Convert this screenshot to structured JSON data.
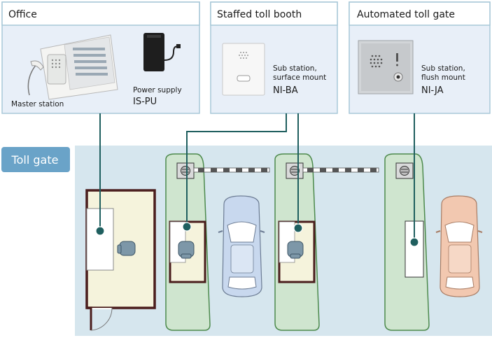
{
  "panels": {
    "office": {
      "title": "Office",
      "master_label": "Master station",
      "power_label": "Power supply",
      "power_model": "IS-PU"
    },
    "staffed": {
      "title": "Staffed toll booth",
      "device_line1": "Sub station,",
      "device_line2": "surface mount",
      "model": "NI-BA"
    },
    "automated": {
      "title": "Automated toll gate",
      "device_line1": "Sub station,",
      "device_line2": "flush mount",
      "model": "NI-JA"
    }
  },
  "area": {
    "label": "Toll gate"
  },
  "colors": {
    "panel_border": "#a8c8d8",
    "panel_fill": "#e8eff8",
    "header_fill": "#ffffff",
    "tollgate_bg": "#d6e6ee",
    "tollgate_label": "#6aa3c8",
    "island_fill": "#cfe5cf",
    "island_stroke": "#4d8a4d",
    "wire": "#1f5f5f",
    "car_blue": "#c8d8ee",
    "car_peach": "#f2c8b0"
  },
  "icons": [
    "master-station-icon",
    "power-supply-icon",
    "sub-station-surface-icon",
    "sub-station-flush-icon",
    "car-icon",
    "gate-barrier-icon",
    "chair-icon",
    "door-icon"
  ]
}
